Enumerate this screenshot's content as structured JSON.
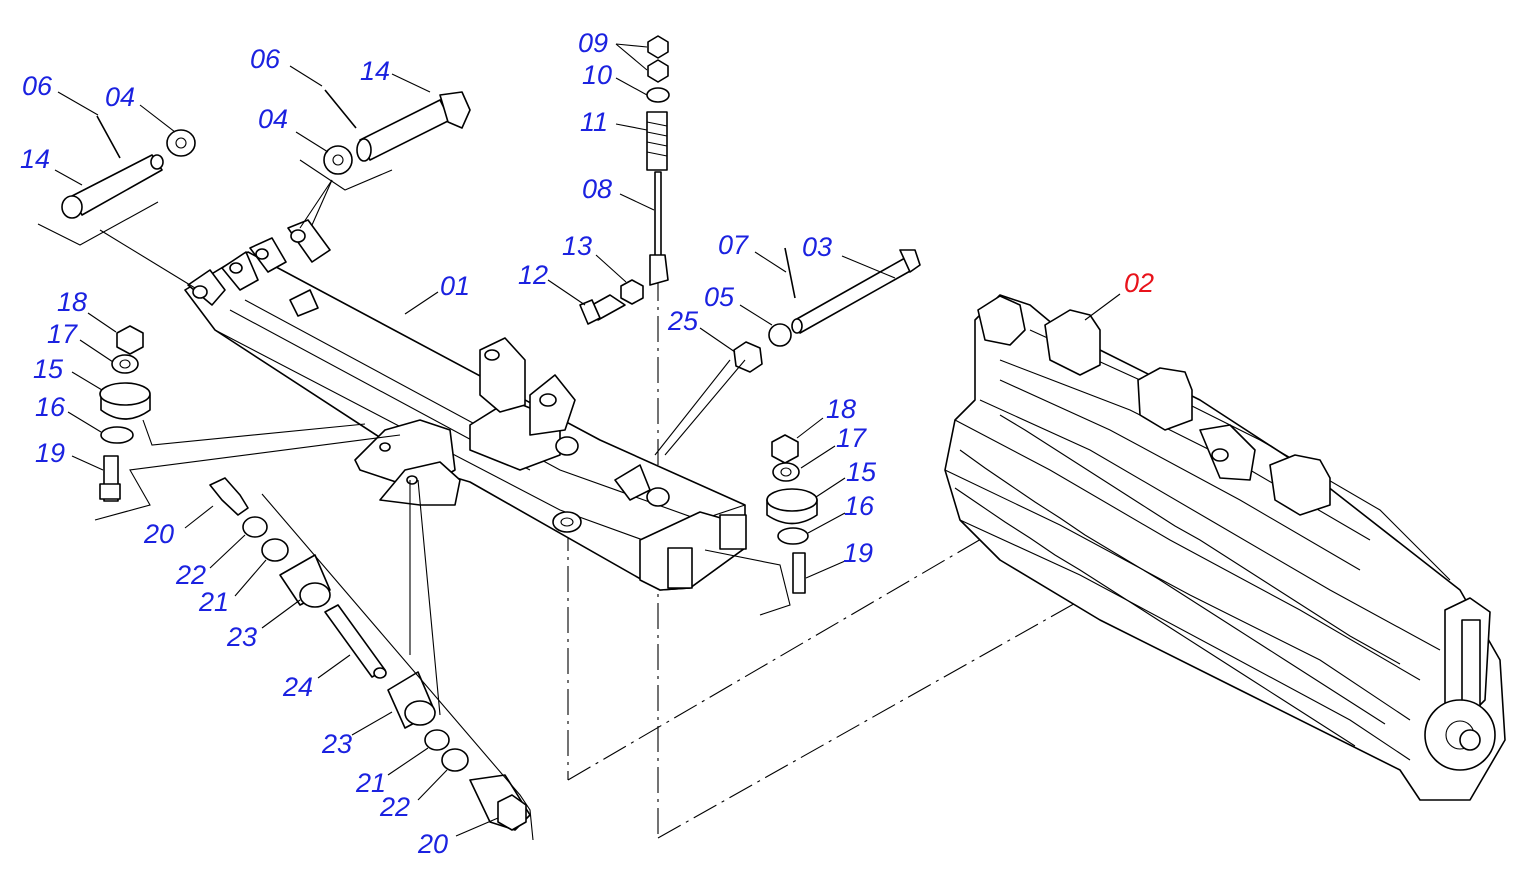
{
  "colors": {
    "label": "#1b22e0",
    "highlight_label": "#e8131b",
    "line": "#000000",
    "background": "#ffffff"
  },
  "labels": {
    "p01": "01",
    "p02": "02",
    "p03": "03",
    "p04a": "04",
    "p04b": "04",
    "p05": "05",
    "p06a": "06",
    "p06b": "06",
    "p07": "07",
    "p08": "08",
    "p09": "09",
    "p10": "10",
    "p11": "11",
    "p12": "12",
    "p13": "13",
    "p14a": "14",
    "p14b": "14",
    "p15a": "15",
    "p15b": "15",
    "p16a": "16",
    "p16b": "16",
    "p17a": "17",
    "p17b": "17",
    "p18a": "18",
    "p18b": "18",
    "p19a": "19",
    "p19b": "19",
    "p20a": "20",
    "p20b": "20",
    "p21a": "21",
    "p21b": "21",
    "p22a": "22",
    "p22b": "22",
    "p23a": "23",
    "p23b": "23",
    "p24": "24",
    "p25": "25"
  }
}
